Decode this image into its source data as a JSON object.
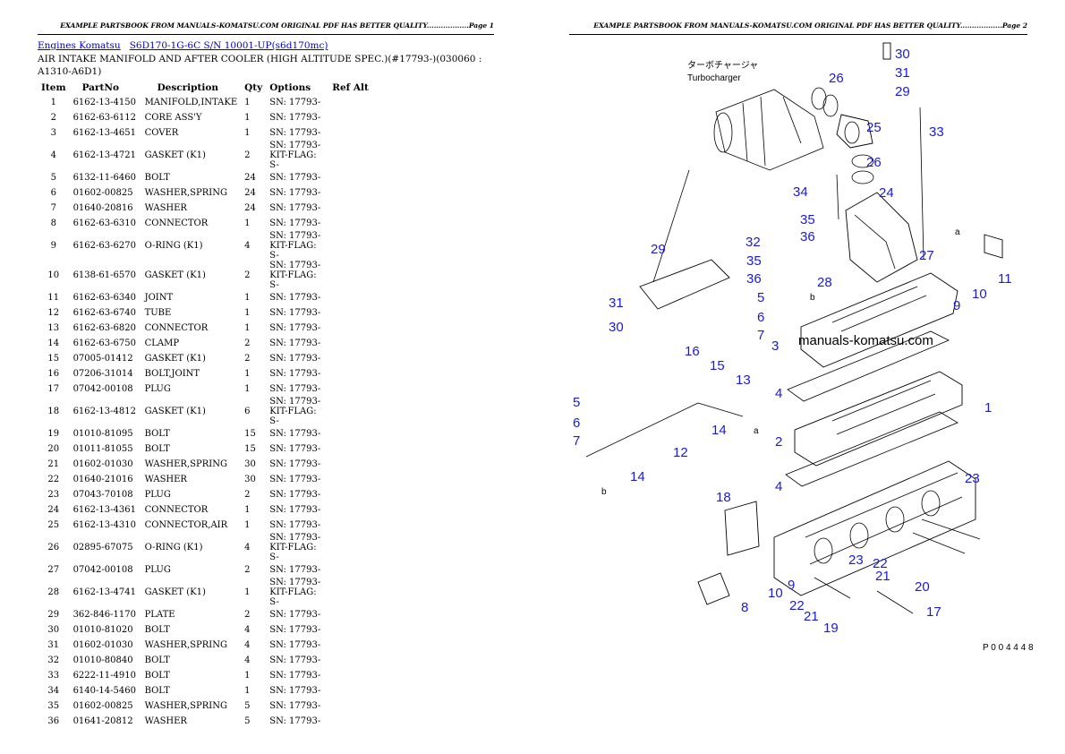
{
  "header": {
    "page1": "EXAMPLE PARTSBOOK FROM MANUALS-KOMATSU.COM ORIGINAL PDF HAS BETTER QUALITY..................Page 1",
    "page2": "EXAMPLE PARTSBOOK FROM MANUALS-KOMATSU.COM ORIGINAL PDF HAS BETTER QUALITY..................Page 2"
  },
  "breadcrumb": {
    "link1": "Engines Komatsu",
    "link2": "S6D170-1G-6C S/N 10001-UP(s6d170mc)"
  },
  "title": "AIR INTAKE MANIFOLD AND AFTER COOLER (HIGH ALTITUDE SPEC.)(#17793-)(030060 : A1310-A6D1)",
  "table": {
    "headers": [
      "Item",
      "PartNo",
      "Description",
      "Qty",
      "Options",
      "Ref Alt"
    ],
    "rows": [
      {
        "item": "1",
        "part": "6162-13-4150",
        "desc": "MANIFOLD,INTAKE",
        "qty": "1",
        "opt": "SN: 17793-"
      },
      {
        "item": "2",
        "part": "6162-63-6112",
        "desc": "CORE ASS'Y",
        "qty": "1",
        "opt": "SN: 17793-"
      },
      {
        "item": "3",
        "part": "6162-13-4651",
        "desc": "COVER",
        "qty": "1",
        "opt": "SN: 17793-"
      },
      {
        "item": "4",
        "part": "6162-13-4721",
        "desc": "GASKET (K1)",
        "qty": "2",
        "opt": "SN: 17793-",
        "opt2": "KIT-FLAG: S-"
      },
      {
        "item": "5",
        "part": "6132-11-6460",
        "desc": "BOLT",
        "qty": "24",
        "opt": "SN: 17793-"
      },
      {
        "item": "6",
        "part": "01602-00825",
        "desc": "WASHER,SPRING",
        "qty": "24",
        "opt": "SN: 17793-"
      },
      {
        "item": "7",
        "part": "01640-20816",
        "desc": "WASHER",
        "qty": "24",
        "opt": "SN: 17793-"
      },
      {
        "item": "8",
        "part": "6162-63-6310",
        "desc": "CONNECTOR",
        "qty": "1",
        "opt": "SN: 17793-"
      },
      {
        "item": "9",
        "part": "6162-63-6270",
        "desc": "O-RING (K1)",
        "qty": "4",
        "opt": "SN: 17793-",
        "opt2": "KIT-FLAG: S-"
      },
      {
        "item": "10",
        "part": "6138-61-6570",
        "desc": "GASKET (K1)",
        "qty": "2",
        "opt": "SN: 17793-",
        "opt2": "KIT-FLAG: S-"
      },
      {
        "item": "11",
        "part": "6162-63-6340",
        "desc": "JOINT",
        "qty": "1",
        "opt": "SN: 17793-"
      },
      {
        "item": "12",
        "part": "6162-63-6740",
        "desc": "TUBE",
        "qty": "1",
        "opt": "SN: 17793-"
      },
      {
        "item": "13",
        "part": "6162-63-6820",
        "desc": "CONNECTOR",
        "qty": "1",
        "opt": "SN: 17793-"
      },
      {
        "item": "14",
        "part": "6162-63-6750",
        "desc": "CLAMP",
        "qty": "2",
        "opt": "SN: 17793-"
      },
      {
        "item": "15",
        "part": "07005-01412",
        "desc": "GASKET (K1)",
        "qty": "2",
        "opt": "SN: 17793-"
      },
      {
        "item": "16",
        "part": "07206-31014",
        "desc": "BOLT,JOINT",
        "qty": "1",
        "opt": "SN: 17793-"
      },
      {
        "item": "17",
        "part": "07042-00108",
        "desc": "PLUG",
        "qty": "1",
        "opt": "SN: 17793-"
      },
      {
        "item": "18",
        "part": "6162-13-4812",
        "desc": "GASKET (K1)",
        "qty": "6",
        "opt": "SN: 17793-",
        "opt2": "KIT-FLAG: S-"
      },
      {
        "item": "19",
        "part": "01010-81095",
        "desc": "BOLT",
        "qty": "15",
        "opt": "SN: 17793-"
      },
      {
        "item": "20",
        "part": "01011-81055",
        "desc": "BOLT",
        "qty": "15",
        "opt": "SN: 17793-"
      },
      {
        "item": "21",
        "part": "01602-01030",
        "desc": "WASHER,SPRING",
        "qty": "30",
        "opt": "SN: 17793-"
      },
      {
        "item": "22",
        "part": "01640-21016",
        "desc": "WASHER",
        "qty": "30",
        "opt": "SN: 17793-"
      },
      {
        "item": "23",
        "part": "07043-70108",
        "desc": "PLUG",
        "qty": "2",
        "opt": "SN: 17793-"
      },
      {
        "item": "24",
        "part": "6162-13-4361",
        "desc": "CONNECTOR",
        "qty": "1",
        "opt": "SN: 17793-"
      },
      {
        "item": "25",
        "part": "6162-13-4310",
        "desc": "CONNECTOR,AIR",
        "qty": "1",
        "opt": "SN: 17793-"
      },
      {
        "item": "26",
        "part": "02895-67075",
        "desc": "O-RING (K1)",
        "qty": "4",
        "opt": "SN: 17793-",
        "opt2": "KIT-FLAG: S-"
      },
      {
        "item": "27",
        "part": "07042-00108",
        "desc": "PLUG",
        "qty": "2",
        "opt": "SN: 17793-"
      },
      {
        "item": "28",
        "part": "6162-13-4741",
        "desc": "GASKET (K1)",
        "qty": "1",
        "opt": "SN: 17793-",
        "opt2": "KIT-FLAG: S-"
      },
      {
        "item": "29",
        "part": "362-846-1170",
        "desc": "PLATE",
        "qty": "2",
        "opt": "SN: 17793-"
      },
      {
        "item": "30",
        "part": "01010-81020",
        "desc": "BOLT",
        "qty": "4",
        "opt": "SN: 17793-"
      },
      {
        "item": "31",
        "part": "01602-01030",
        "desc": "WASHER,SPRING",
        "qty": "4",
        "opt": "SN: 17793-"
      },
      {
        "item": "32",
        "part": "01010-80840",
        "desc": "BOLT",
        "qty": "4",
        "opt": "SN: 17793-"
      },
      {
        "item": "33",
        "part": "6222-11-4910",
        "desc": "BOLT",
        "qty": "1",
        "opt": "SN: 17793-"
      },
      {
        "item": "34",
        "part": "6140-14-5460",
        "desc": "BOLT",
        "qty": "1",
        "opt": "SN: 17793-"
      },
      {
        "item": "35",
        "part": "01602-00825",
        "desc": "WASHER,SPRING",
        "qty": "5",
        "opt": "SN: 17793-"
      },
      {
        "item": "36",
        "part": "01641-20812",
        "desc": "WASHER",
        "qty": "5",
        "opt": "SN: 17793-"
      }
    ]
  },
  "diagram": {
    "turbocharger_jp": "ターボチャージャ",
    "turbocharger_en": "Turbocharger",
    "watermark": "manuals-komatsu.com",
    "drawing_code": "P 0 0 4 4 4 8",
    "arrow_a": "a",
    "arrow_b": "b",
    "callouts": [
      "30",
      "31",
      "29",
      "26",
      "25",
      "33",
      "26",
      "34",
      "24",
      "35",
      "36",
      "32",
      "27",
      "29",
      "35",
      "36",
      "28",
      "11",
      "10",
      "9",
      "31",
      "30",
      "5",
      "6",
      "7",
      "3",
      "16",
      "15",
      "13",
      "5",
      "6",
      "7",
      "14",
      "4",
      "1",
      "2",
      "12",
      "14",
      "4",
      "23",
      "18",
      "23",
      "22",
      "21",
      "20",
      "10",
      "9",
      "22",
      "21",
      "19",
      "17",
      "8"
    ]
  }
}
